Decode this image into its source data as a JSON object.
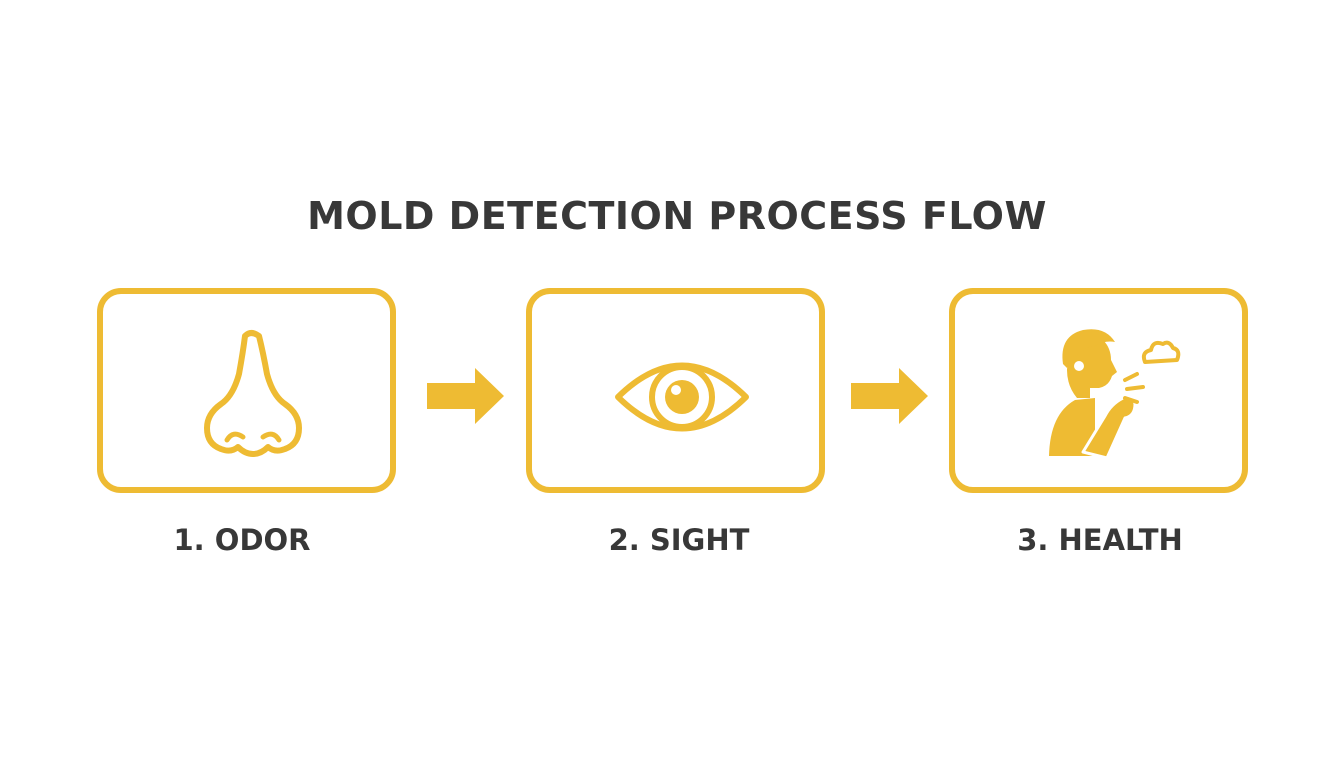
{
  "diagram": {
    "title": "MOLD DETECTION PROCESS FLOW",
    "accent_color": "#EEBB33",
    "text_color": "#383838",
    "steps": [
      {
        "label": "1. ODOR",
        "icon": "nose-icon"
      },
      {
        "label": "2. SIGHT",
        "icon": "eye-icon"
      },
      {
        "label": "3. HEALTH",
        "icon": "coughing-person-icon"
      }
    ],
    "connectors": [
      "arrow-right-icon",
      "arrow-right-icon"
    ]
  }
}
